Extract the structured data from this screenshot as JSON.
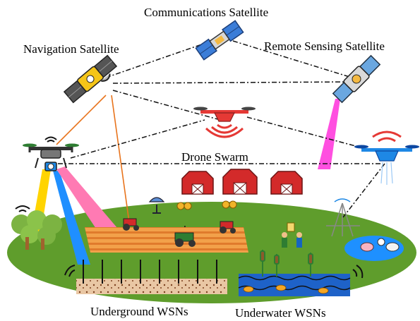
{
  "labels": {
    "communications_satellite": "Communications Satellite",
    "navigation_satellite": "Navigation Satellite",
    "remote_sensing_satellite": "Remote Sensing Satellite",
    "drone_swarm": "Drone Swarm",
    "underground_wsns": "Underground WSNs",
    "underwater_wsns": "Underwater WSNs"
  },
  "colors": {
    "ground": "#5f9d2c",
    "pond": "#1e90ff",
    "beam_magenta": "#ff4fe0",
    "beam_blue": "#1f8fff",
    "beam_yellow": "#ffd400",
    "beam_pink": "#ff7ab3",
    "orange_link": "#e8741d",
    "barn_red": "#d32a2a",
    "drone_red": "#e53935",
    "drone_blue": "#1e88e5"
  },
  "icons": [
    "communications-satellite-icon",
    "navigation-satellite-icon",
    "remote-sensing-satellite-icon",
    "camera-drone-icon",
    "red-drone-icon",
    "blue-spraying-drone-icon",
    "barn-icon",
    "tractor-icon",
    "satellite-dish-icon",
    "farmer-icon",
    "cattle-icon",
    "tree-icon",
    "crop-plant-icon",
    "reed-plant-icon",
    "fish-icon",
    "wifi-signal-icon"
  ]
}
